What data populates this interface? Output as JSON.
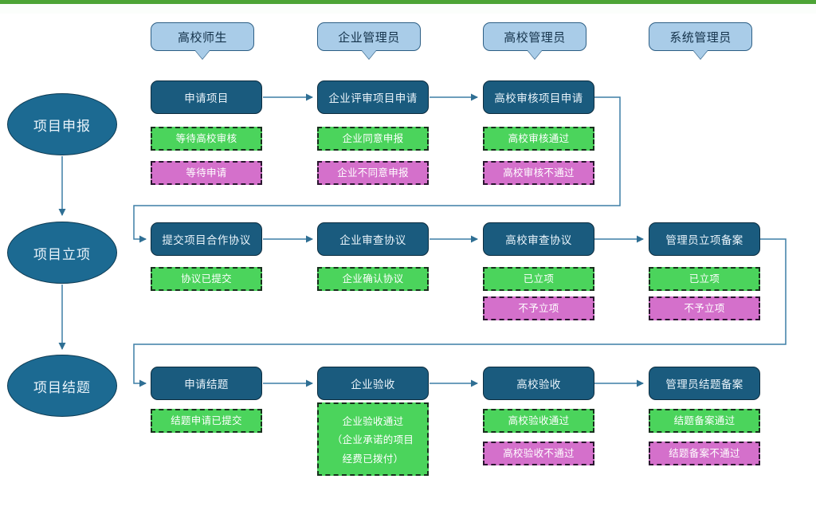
{
  "theme": {
    "top_bar_color": "#4CA435",
    "process_color": "#1A5B7E",
    "stage_color": "#1C6A92",
    "role_color": "#A9CCE8",
    "status_ok_color": "#4BD45C",
    "status_no_color": "#D470CB",
    "connector_color": "#3d7fa6"
  },
  "roles": [
    {
      "label": "高校师生"
    },
    {
      "label": "企业管理员"
    },
    {
      "label": "高校管理员"
    },
    {
      "label": "系统管理员"
    }
  ],
  "stages": [
    {
      "label": "项目申报"
    },
    {
      "label": "项目立项"
    },
    {
      "label": "项目结题"
    }
  ],
  "rows": [
    {
      "stage": "项目申报",
      "steps": [
        {
          "label": "申请项目",
          "column": "高校师生",
          "statuses": [
            {
              "label": "等待高校审核",
              "type": "ok"
            },
            {
              "label": "等待申请",
              "type": "no"
            }
          ]
        },
        {
          "label": "企业评审项目申请",
          "column": "企业管理员",
          "statuses": [
            {
              "label": "企业同意申报",
              "type": "ok"
            },
            {
              "label": "企业不同意申报",
              "type": "no"
            }
          ]
        },
        {
          "label": "高校审核项目申请",
          "column": "高校管理员",
          "statuses": [
            {
              "label": "高校审核通过",
              "type": "ok"
            },
            {
              "label": "高校审核不通过",
              "type": "no"
            }
          ]
        }
      ]
    },
    {
      "stage": "项目立项",
      "steps": [
        {
          "label": "提交项目合作协议",
          "column": "高校师生",
          "statuses": [
            {
              "label": "协议已提交",
              "type": "ok"
            }
          ]
        },
        {
          "label": "企业审查协议",
          "column": "企业管理员",
          "statuses": [
            {
              "label": "企业确认协议",
              "type": "ok"
            }
          ]
        },
        {
          "label": "高校审查协议",
          "column": "高校管理员",
          "statuses": [
            {
              "label": "已立项",
              "type": "ok"
            },
            {
              "label": "不予立项",
              "type": "no"
            }
          ]
        },
        {
          "label": "管理员立项备案",
          "column": "系统管理员",
          "statuses": [
            {
              "label": "已立项",
              "type": "ok"
            },
            {
              "label": "不予立项",
              "type": "no"
            }
          ]
        }
      ]
    },
    {
      "stage": "项目结题",
      "steps": [
        {
          "label": "申请结题",
          "column": "高校师生",
          "statuses": [
            {
              "label": "结题申请已提交",
              "type": "ok"
            }
          ]
        },
        {
          "label": "企业验收",
          "column": "企业管理员",
          "statuses": [
            {
              "label": "企业验收通过（企业承诺的项目经费已拨付）",
              "type": "ok",
              "lines": [
                "企业验收通过",
                "（企业承诺的项目",
                "经费已拨付）"
              ]
            }
          ]
        },
        {
          "label": "高校验收",
          "column": "高校管理员",
          "statuses": [
            {
              "label": "高校验收通过",
              "type": "ok"
            },
            {
              "label": "高校验收不通过",
              "type": "no"
            }
          ]
        },
        {
          "label": "管理员结题备案",
          "column": "系统管理员",
          "statuses": [
            {
              "label": "结题备案通过",
              "type": "ok"
            },
            {
              "label": "结题备案不通过",
              "type": "no"
            }
          ]
        }
      ]
    }
  ]
}
